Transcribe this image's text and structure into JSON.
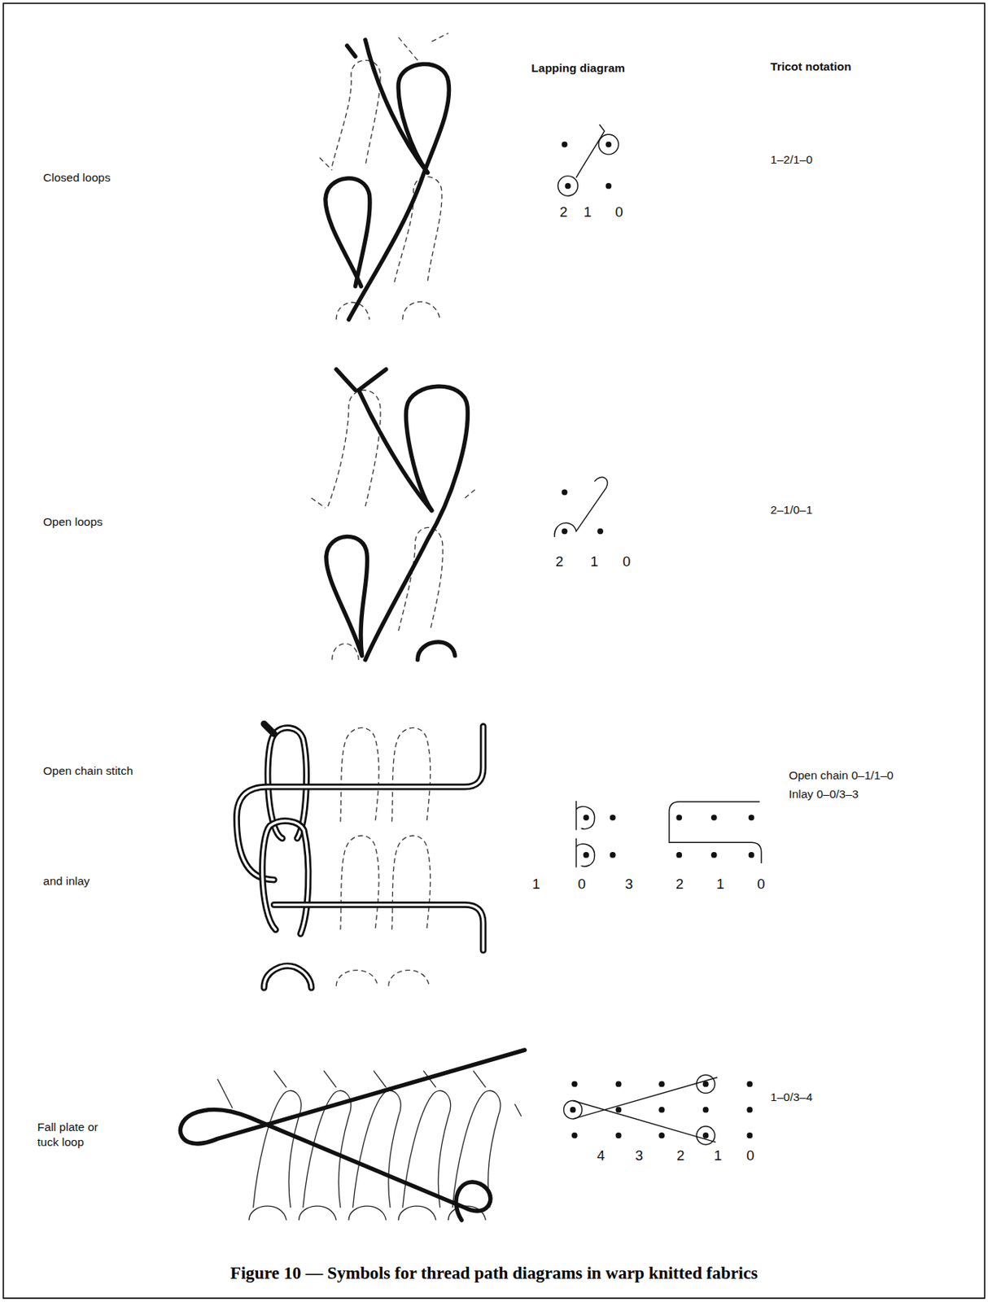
{
  "diagram": {
    "caption": "Figure 10 — Symbols for thread path diagrams in warp knitted fabrics",
    "labels": [
      "Lapping diagram",
      "Tricot notation",
      "Closed loops",
      "1–2/1–0",
      "2",
      "1",
      "0",
      "Open loops",
      "2–1/0–1",
      "2",
      "1",
      "0",
      "Open chain stitch",
      "and inlay",
      "1",
      "0",
      "3",
      "2",
      "1",
      "0",
      "Open chain 0–1/1–0",
      "Inlay 0–0/3–3",
      "Fall plate or",
      "tuck loop",
      "1–0/3–4",
      "4",
      "3",
      "2",
      "1",
      "0"
    ]
  }
}
